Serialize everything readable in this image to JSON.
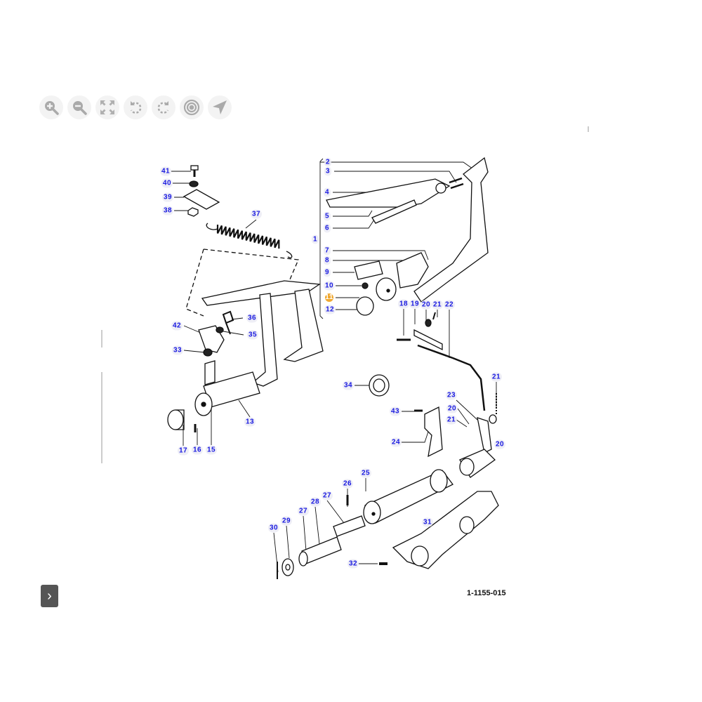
{
  "toolbar": {
    "buttons": [
      {
        "name": "zoom-in-icon"
      },
      {
        "name": "zoom-out-icon"
      },
      {
        "name": "fit-screen-icon"
      },
      {
        "name": "rotate-left-icon"
      },
      {
        "name": "rotate-right-icon"
      },
      {
        "name": "target-icon"
      },
      {
        "name": "navigate-icon"
      }
    ]
  },
  "diagram": {
    "drawing_number": "1-1155-015",
    "highlighted_part": "11",
    "labels": [
      "41",
      "40",
      "39",
      "38",
      "37",
      "1",
      "2",
      "3",
      "4",
      "5",
      "6",
      "7",
      "8",
      "9",
      "10",
      "11",
      "12",
      "18",
      "19",
      "20",
      "21",
      "22",
      "36",
      "42",
      "35",
      "33",
      "34",
      "13",
      "17",
      "16",
      "15",
      "21",
      "23",
      "20",
      "21",
      "43",
      "24",
      "20",
      "25",
      "26",
      "27",
      "28",
      "27",
      "29",
      "30",
      "31",
      "32"
    ]
  },
  "nav": {
    "next_label": "›"
  },
  "colors": {
    "label_text": "#1818e0",
    "highlight": "#f0a830"
  }
}
